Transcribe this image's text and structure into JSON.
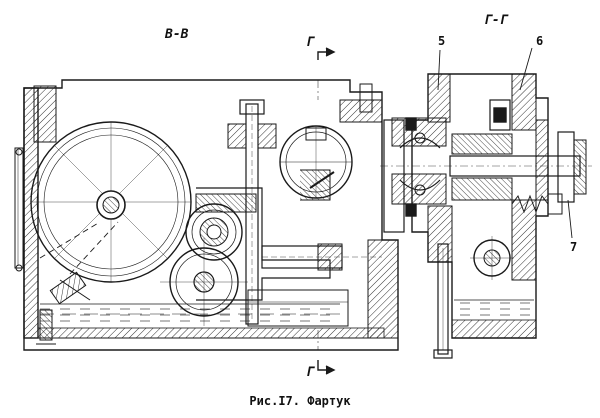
{
  "labels": {
    "section_bb": "B-B",
    "section_gg": "Г-Г",
    "cut_mark_top": "Г",
    "cut_mark_bottom": "Г",
    "part_5": "5",
    "part_6": "6",
    "part_7": "7"
  },
  "caption": "Рис.I7. Фартук",
  "colors": {
    "ink": "#1a1a1a",
    "paper": "#ffffff"
  }
}
